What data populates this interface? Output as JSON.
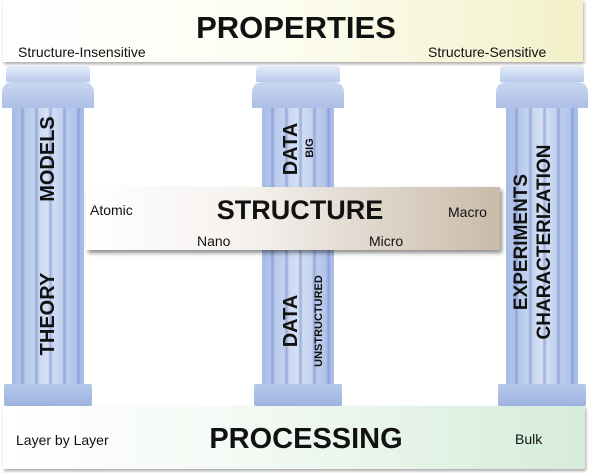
{
  "properties": {
    "title": "PROPERTIES",
    "left_label": "Structure-Insensitive",
    "right_label": "Structure-Sensitive"
  },
  "processing": {
    "title": "PROCESSING",
    "left_label": "Layer by Layer",
    "right_label": "Bulk"
  },
  "structure": {
    "title": "STRUCTURE",
    "atomic": "Atomic",
    "nano": "Nano",
    "micro": "Micro",
    "macro": "Macro"
  },
  "pillars": {
    "left": {
      "upper": "MODELS",
      "lower": "THEORY"
    },
    "center": {
      "upper_main": "DATA",
      "upper_sub": "BIG",
      "lower_main": "DATA",
      "lower_sub": "UNSTRUCTURED"
    },
    "right": {
      "line1": "EXPERIMENTS",
      "line2": "CHARACTERIZATION"
    }
  },
  "colors": {
    "pillar": "#b3c5ea",
    "properties_band": "#f3f1c9",
    "processing_band": "#d6ecda",
    "structure_bar": "#c9bba9"
  }
}
